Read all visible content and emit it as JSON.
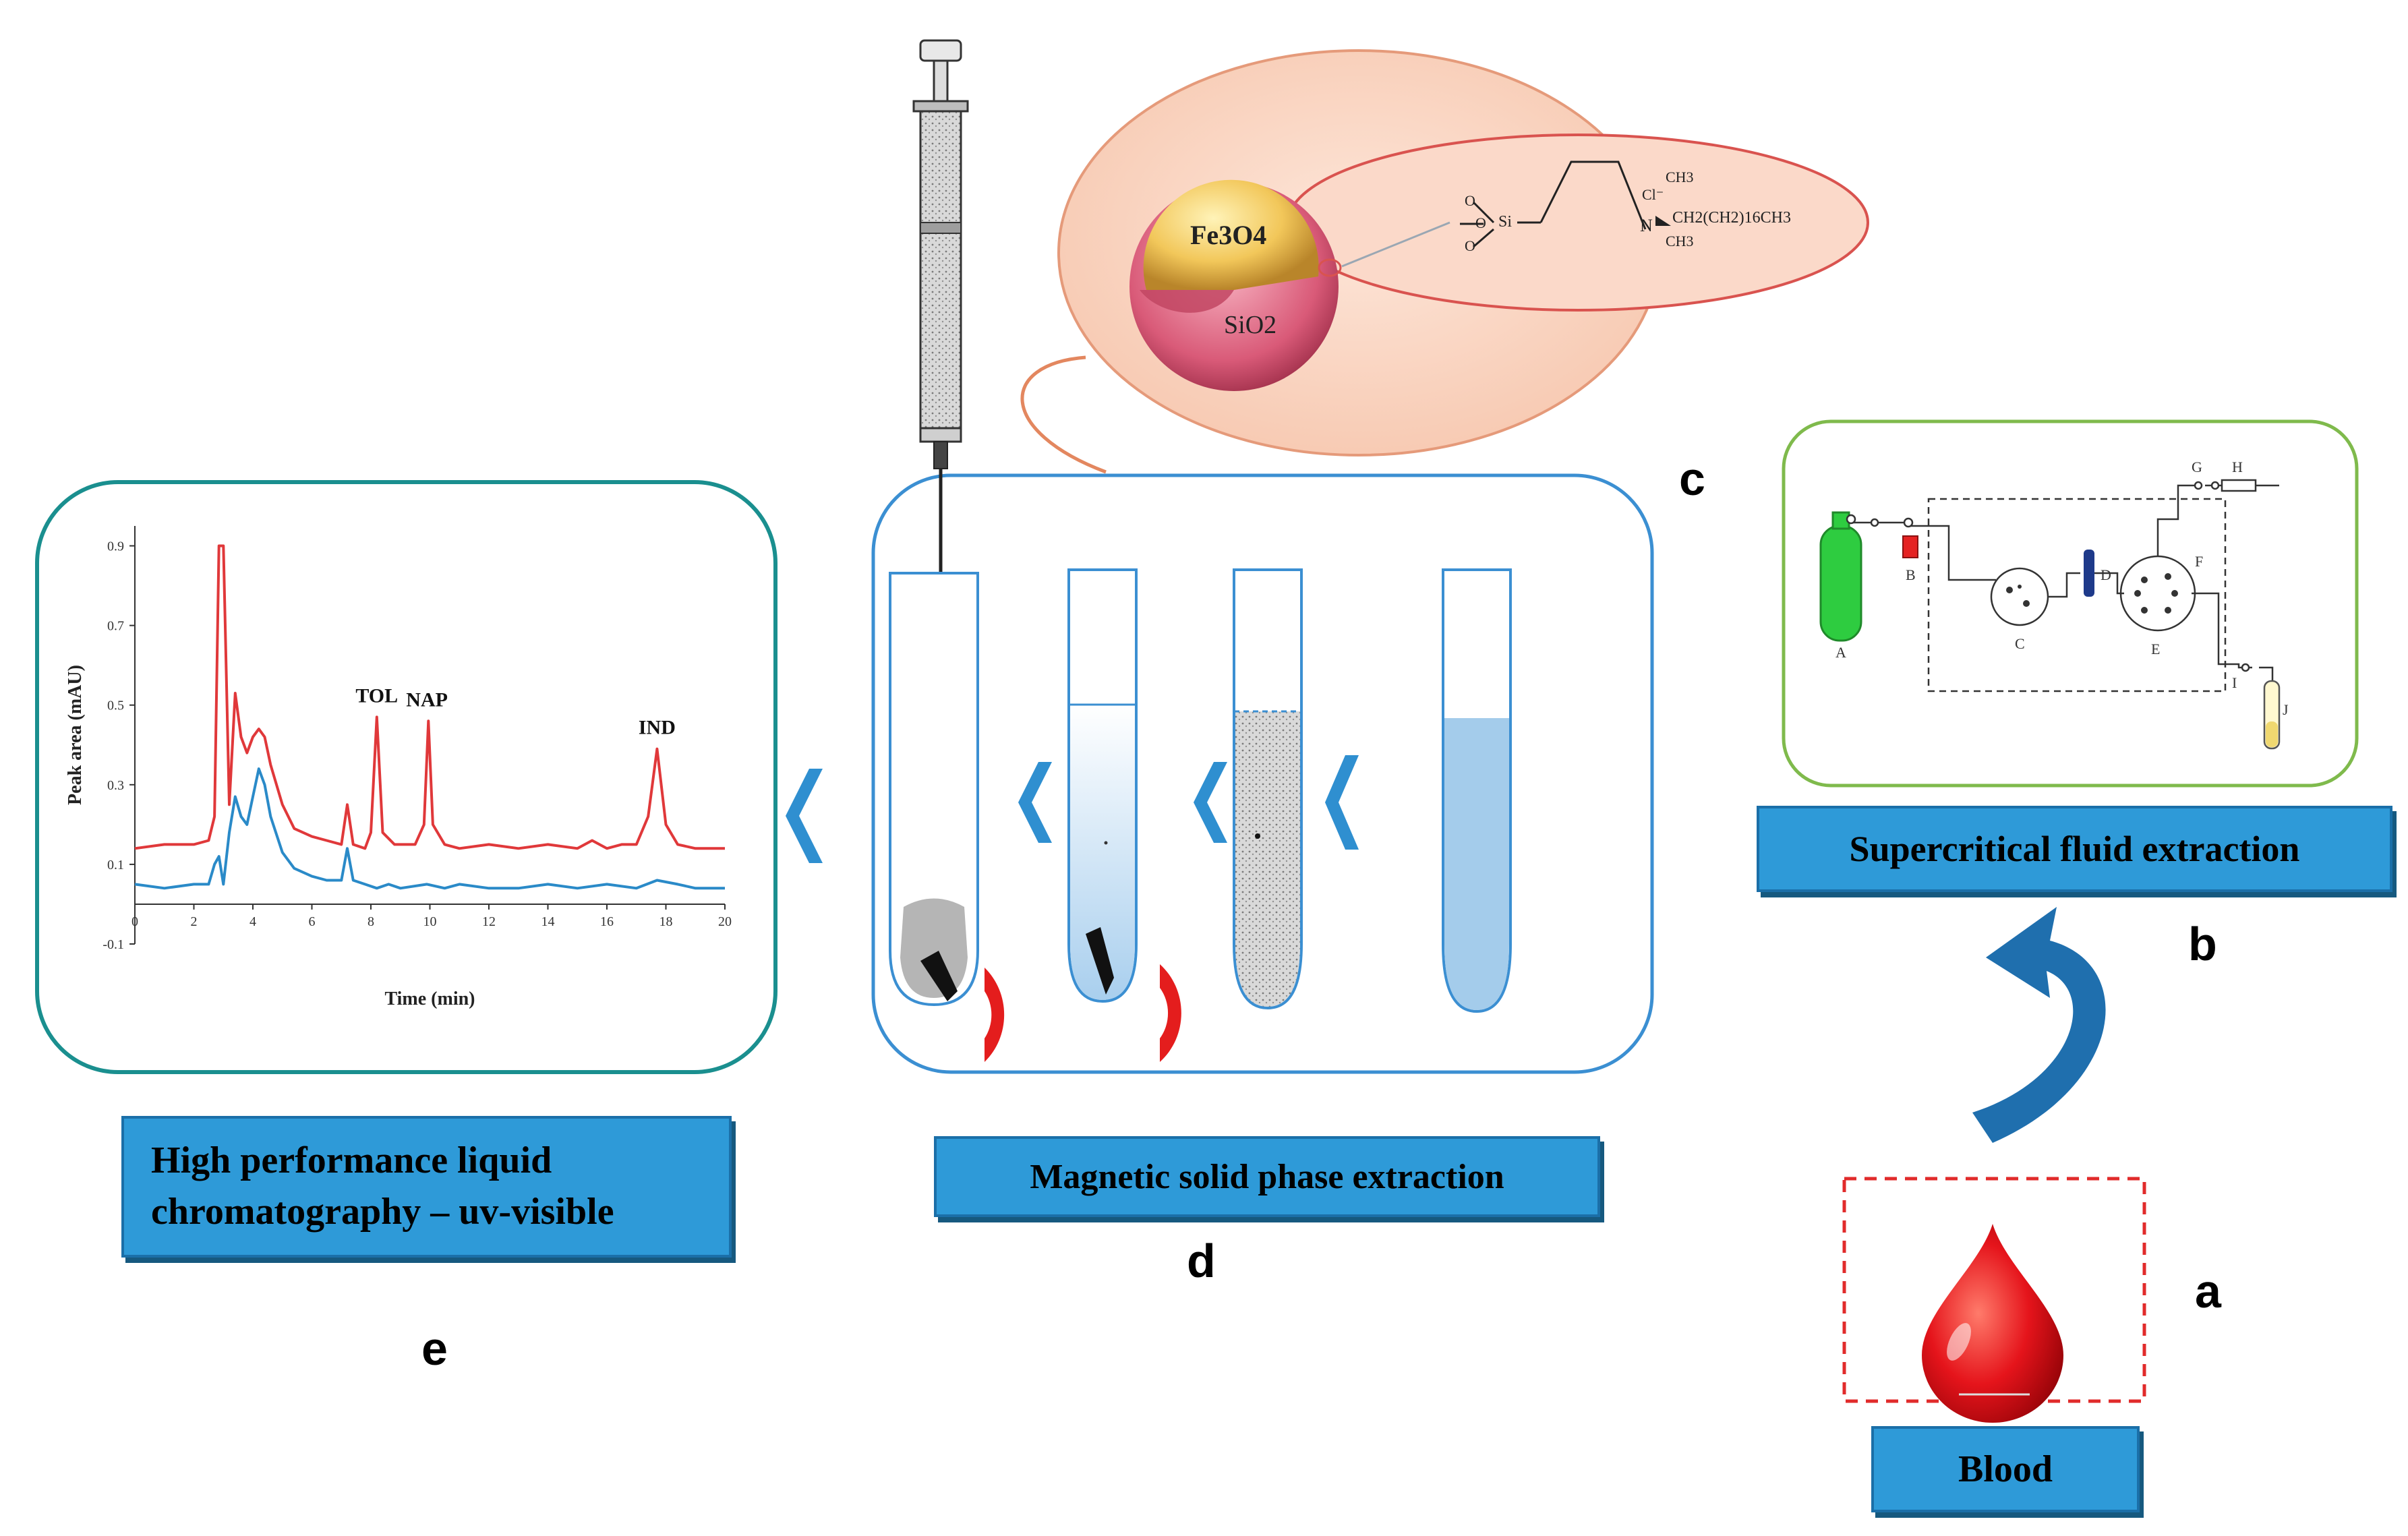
{
  "steps": {
    "a": {
      "letter": "a",
      "label": "Blood"
    },
    "b": {
      "letter": "b",
      "label": "Supercritical fluid extraction"
    },
    "c": {
      "letter": "c"
    },
    "d": {
      "letter": "d",
      "label": "Magnetic solid phase extraction"
    },
    "e": {
      "letter": "e",
      "label_line1": "High performance liquid",
      "label_line2": "chromatography – uv-visible"
    }
  },
  "sfe_apparatus": {
    "parts": [
      "A",
      "B",
      "C",
      "D",
      "E",
      "F",
      "G",
      "H",
      "I",
      "J"
    ]
  },
  "nanoparticle": {
    "core": "Fe3O4",
    "shell": "SiO2",
    "ligand_text": {
      "cl": "Cl⁻",
      "ch3_top": "CH3",
      "chain": "CH2(CH2)16CH3",
      "ch3_bottom": "CH3",
      "n": "N",
      "si": "Si",
      "o": "O"
    }
  },
  "chart_data": {
    "type": "line",
    "xlabel": "Time (min)",
    "ylabel": "Peak area (mAU)",
    "xlim": [
      0,
      20
    ],
    "ylim": [
      -0.1,
      0.95
    ],
    "xticks": [
      0,
      2,
      4,
      6,
      8,
      10,
      12,
      14,
      16,
      18,
      20
    ],
    "yticks": [
      -0.1,
      0.1,
      0.3,
      0.5,
      0.7,
      0.9
    ],
    "ytick_labels": [
      "-0.1",
      "0.1",
      "0.3",
      "0.5",
      "0.7",
      "0.9"
    ],
    "annotations": [
      {
        "text": "TOL",
        "x": 8.2,
        "y": 0.47
      },
      {
        "text": "NAP",
        "x": 9.9,
        "y": 0.46
      },
      {
        "text": "IND",
        "x": 17.7,
        "y": 0.39
      }
    ],
    "series": [
      {
        "color": "#e0383a",
        "x": [
          0,
          1,
          2,
          2.5,
          2.7,
          2.85,
          3.0,
          3.2,
          3.4,
          3.6,
          3.8,
          4.0,
          4.2,
          4.4,
          4.6,
          5.0,
          5.4,
          6.0,
          6.5,
          7.0,
          7.2,
          7.4,
          7.8,
          8.0,
          8.2,
          8.4,
          8.8,
          9.5,
          9.8,
          9.95,
          10.1,
          10.5,
          11,
          12,
          13,
          14,
          15,
          15.5,
          16,
          16.5,
          17,
          17.4,
          17.7,
          18.0,
          18.4,
          19,
          20
        ],
        "y": [
          0.14,
          0.15,
          0.15,
          0.16,
          0.22,
          0.9,
          0.9,
          0.25,
          0.53,
          0.42,
          0.38,
          0.42,
          0.44,
          0.42,
          0.35,
          0.25,
          0.19,
          0.17,
          0.16,
          0.15,
          0.25,
          0.15,
          0.14,
          0.18,
          0.47,
          0.18,
          0.15,
          0.15,
          0.2,
          0.46,
          0.2,
          0.15,
          0.14,
          0.15,
          0.14,
          0.15,
          0.14,
          0.16,
          0.14,
          0.15,
          0.15,
          0.22,
          0.39,
          0.2,
          0.15,
          0.14,
          0.14
        ]
      },
      {
        "color": "#2a8ac8",
        "x": [
          0,
          1,
          2,
          2.5,
          2.7,
          2.85,
          3.0,
          3.2,
          3.4,
          3.6,
          3.8,
          4.0,
          4.2,
          4.4,
          4.6,
          5.0,
          5.4,
          6.0,
          6.5,
          7.0,
          7.2,
          7.4,
          7.8,
          8.2,
          8.6,
          9.0,
          9.9,
          10.5,
          11,
          12,
          13,
          14,
          15,
          16,
          17,
          17.7,
          18.4,
          19,
          20
        ],
        "y": [
          0.05,
          0.04,
          0.05,
          0.05,
          0.1,
          0.12,
          0.05,
          0.18,
          0.27,
          0.22,
          0.2,
          0.27,
          0.34,
          0.3,
          0.22,
          0.13,
          0.09,
          0.07,
          0.06,
          0.06,
          0.14,
          0.06,
          0.05,
          0.04,
          0.05,
          0.04,
          0.05,
          0.04,
          0.05,
          0.04,
          0.04,
          0.05,
          0.04,
          0.05,
          0.04,
          0.06,
          0.05,
          0.04,
          0.04
        ]
      }
    ]
  }
}
